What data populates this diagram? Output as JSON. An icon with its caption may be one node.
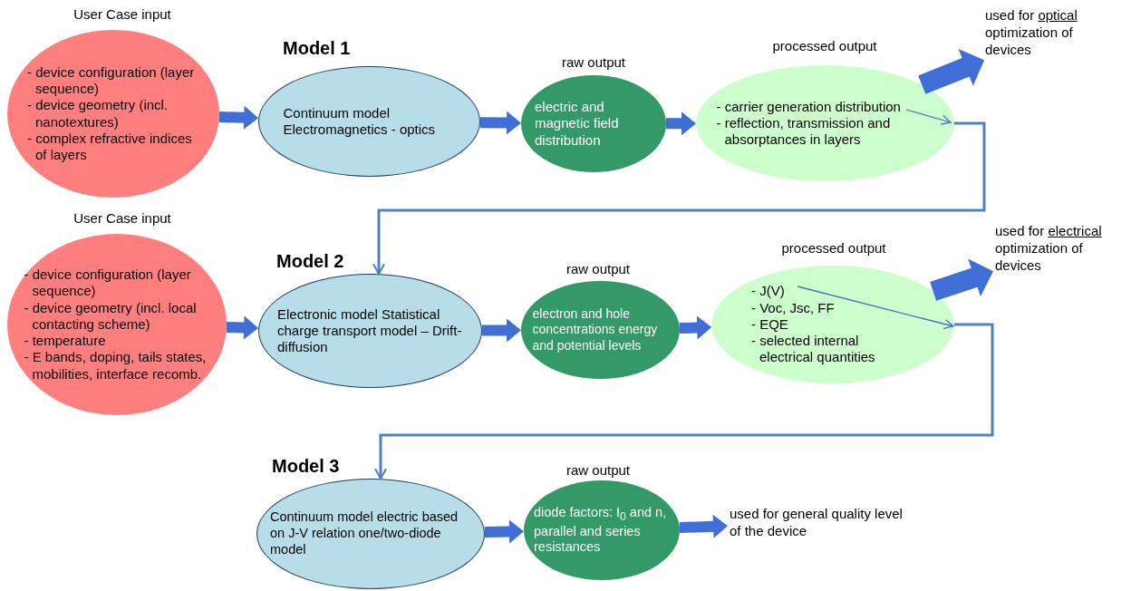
{
  "diagram": {
    "nodes": [
      {
        "text": [
          "User Case input",
          "- device configuration (layer sequence)",
          "- device geometry (incl. nanotextures)",
          "- complex refractive indices of layers"
        ]
      },
      {
        "text": [
          "Model 1",
          "Continuum model Electromagnetics - optics"
        ]
      },
      {
        "text": [
          "raw output",
          "electric and magnetic field distribution"
        ]
      },
      {
        "text": [
          "processed output",
          "- carrier generation distribution",
          "- reflection, transmission and absorptances in layers"
        ]
      },
      {
        "text": [
          "used for",
          "optical",
          "optimization of devices"
        ]
      },
      {
        "text": [
          "User Case input",
          "- device configuration (layer sequence)",
          "- device geometry (incl. local contacting scheme)",
          "- temperature",
          "- E bands, doping, tails states, mobilities, interface recomb."
        ]
      },
      {
        "text": [
          "Model 2",
          "Electronic model Statistical charge transport model – Drift-diffusion"
        ]
      },
      {
        "text": [
          "raw output",
          "electron and hole concentrations energy and potential levels"
        ]
      },
      {
        "text": [
          "processed output",
          "- J(V)",
          "- Voc, Jsc, FF",
          "- EQE",
          "- selected internal electrical quantities"
        ]
      },
      {
        "text": [
          "used for",
          "electrical",
          "optimization of devices"
        ]
      },
      {
        "text": [
          "Model 3",
          "Continuum model electric based on J-V relation one/two-diode model"
        ]
      },
      {
        "text": [
          "raw output",
          "diode factors: I$_{0}$ and n, parallel and series resistances"
        ]
      },
      {
        "text": [
          "used for general quality level of the device"
        ]
      }
    ],
    "edges": [
      {
        "from": 0,
        "to": 1,
        "arrow": "to",
        "style": "thick"
      },
      {
        "from": 1,
        "to": 2,
        "arrow": "to",
        "style": "thick"
      },
      {
        "from": 2,
        "to": 3,
        "arrow": "to",
        "style": "thick"
      },
      {
        "from": 3,
        "to": 4,
        "arrow": "to",
        "style": "thick"
      },
      {
        "from": 3,
        "to": 6,
        "arrow": "to",
        "color": "#4f81bd"
      },
      {
        "from": 5,
        "to": 6,
        "arrow": "to",
        "style": "thick"
      },
      {
        "from": 6,
        "to": 7,
        "arrow": "to",
        "style": "thick"
      },
      {
        "from": 7,
        "to": 8,
        "arrow": "to",
        "style": "thick"
      },
      {
        "from": 8,
        "to": 9,
        "arrow": "to",
        "style": "thick"
      },
      {
        "from": 8,
        "to": 10,
        "arrow": "to",
        "color": "#4f81bd"
      },
      {
        "from": 10,
        "to": 11,
        "arrow": "to",
        "style": "thick"
      },
      {
        "from": 11,
        "to": 12,
        "arrow": "to",
        "style": "thick"
      }
    ]
  }
}
